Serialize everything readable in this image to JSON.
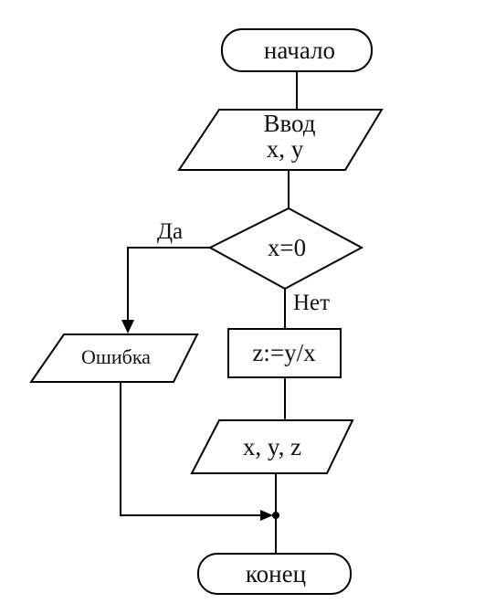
{
  "flowchart": {
    "start": {
      "label": "начало"
    },
    "input": {
      "line1": "Ввод",
      "line2": "x, y"
    },
    "decision": {
      "condition": "x=0",
      "yes_label": "Да",
      "no_label": "Нет"
    },
    "error_output": {
      "label": "Ошибка"
    },
    "compute": {
      "label": "z:=y/x"
    },
    "output": {
      "label": "x, y, z"
    },
    "end": {
      "label": "конец"
    }
  }
}
